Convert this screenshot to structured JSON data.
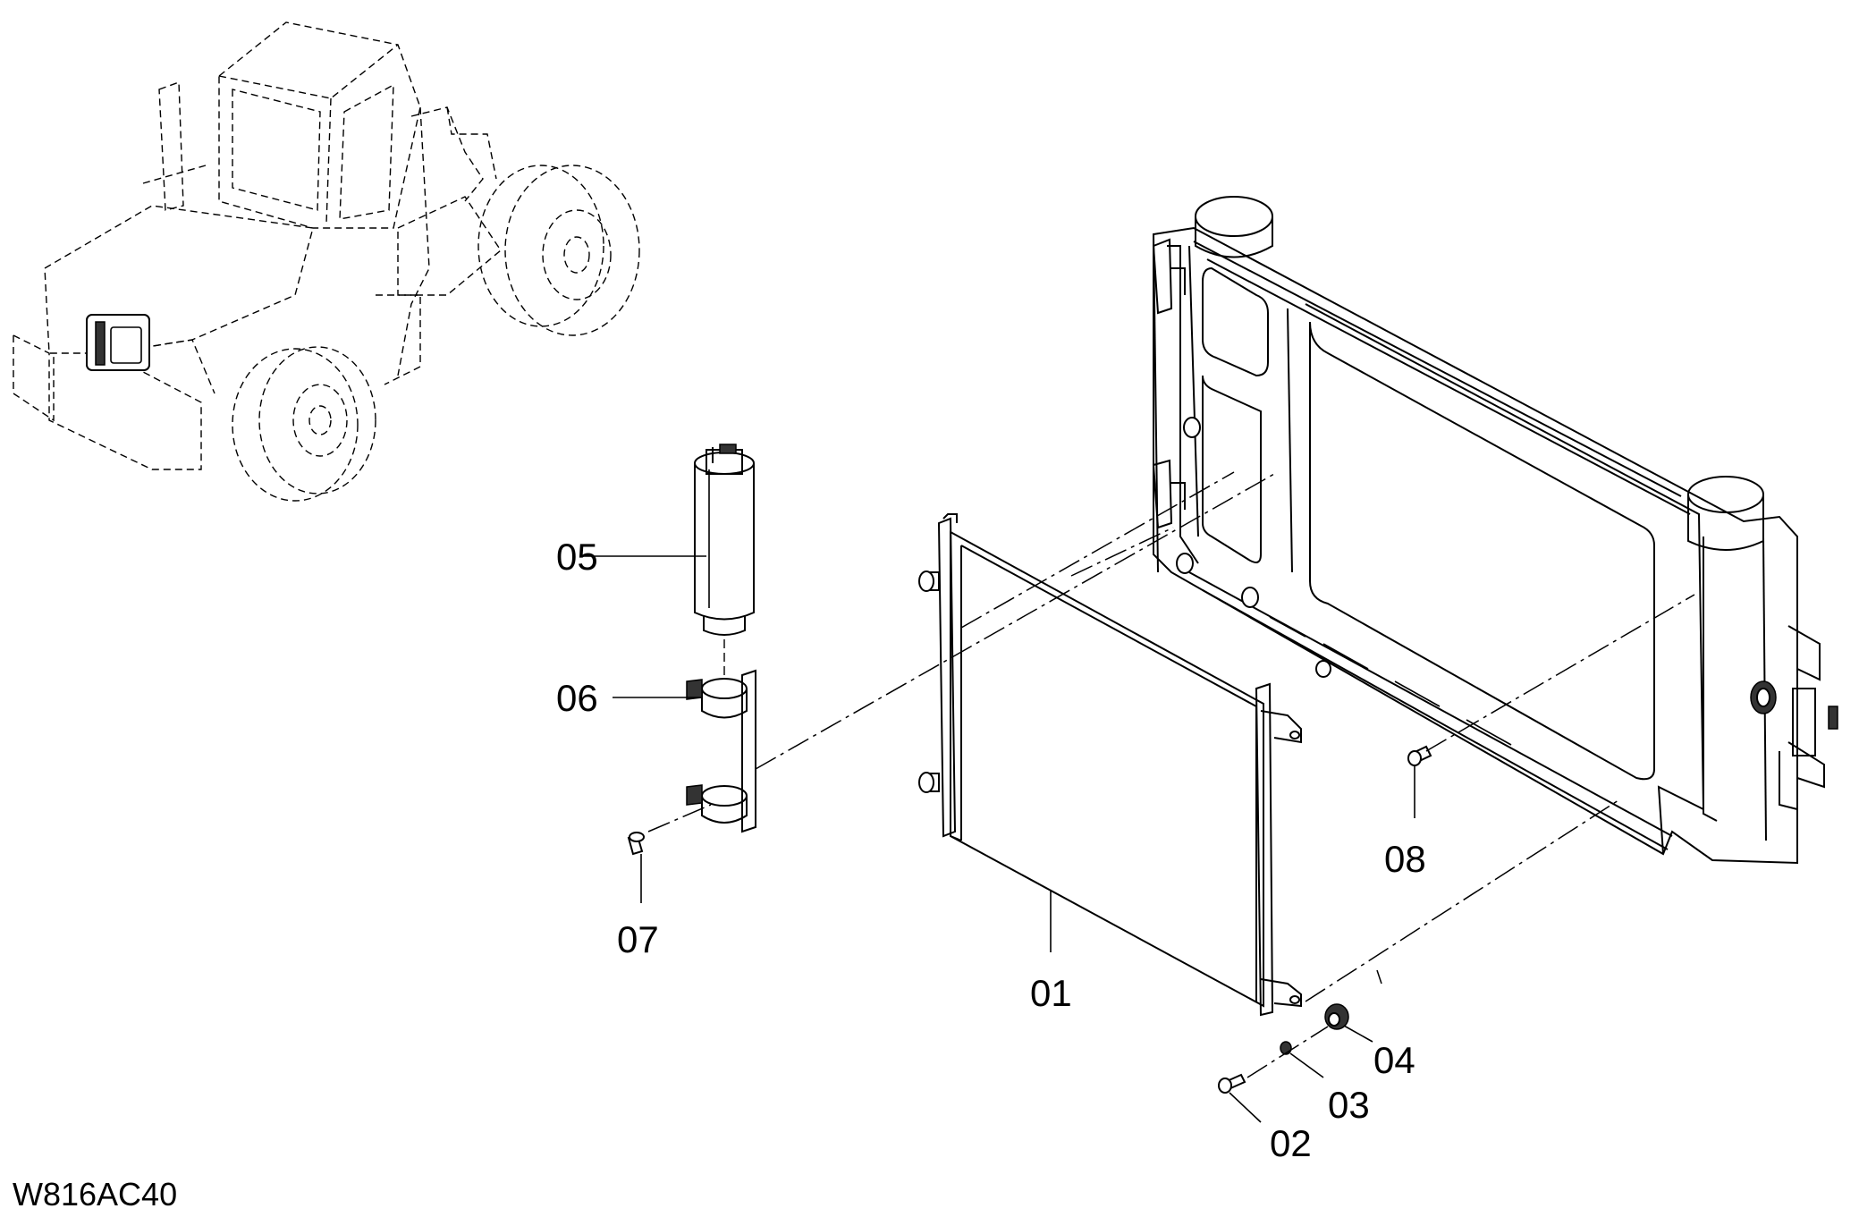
{
  "drawing_id": "W816AC40",
  "callouts": {
    "p01": "01",
    "p02": "02",
    "p03": "03",
    "p04": "04",
    "p05": "05",
    "p06": "06",
    "p07": "07",
    "p08": "08"
  }
}
